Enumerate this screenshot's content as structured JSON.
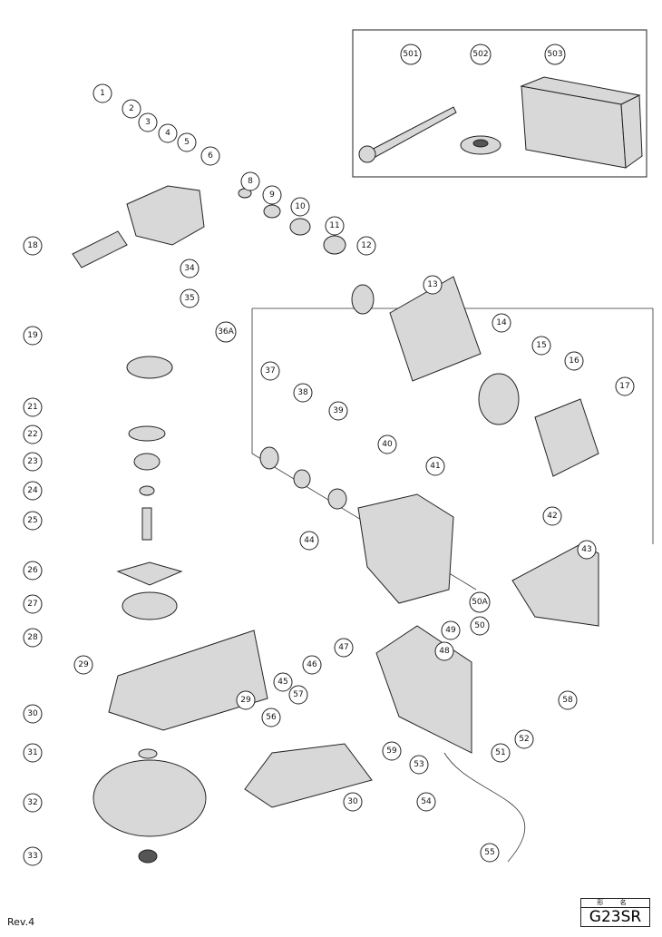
{
  "diagram": {
    "accessory_labels": [
      "501",
      "502",
      "503"
    ],
    "part_labels": [
      "1",
      "2",
      "3",
      "4",
      "5",
      "6",
      "8",
      "9",
      "10",
      "11",
      "12",
      "13",
      "14",
      "15",
      "16",
      "17",
      "18",
      "34",
      "35",
      "19",
      "36A",
      "21",
      "22",
      "23",
      "24",
      "25",
      "26",
      "27",
      "28",
      "29",
      "30",
      "31",
      "32",
      "33",
      "37",
      "38",
      "39",
      "40",
      "41",
      "42",
      "43",
      "44",
      "45",
      "46",
      "47",
      "49",
      "50A",
      "50",
      "48",
      "58",
      "52",
      "51",
      "59",
      "53",
      "54",
      "29",
      "56",
      "57",
      "30",
      "55"
    ]
  },
  "footer": {
    "revision": "Rev.4",
    "model_header": "形 名",
    "model_name": "G23SR"
  }
}
